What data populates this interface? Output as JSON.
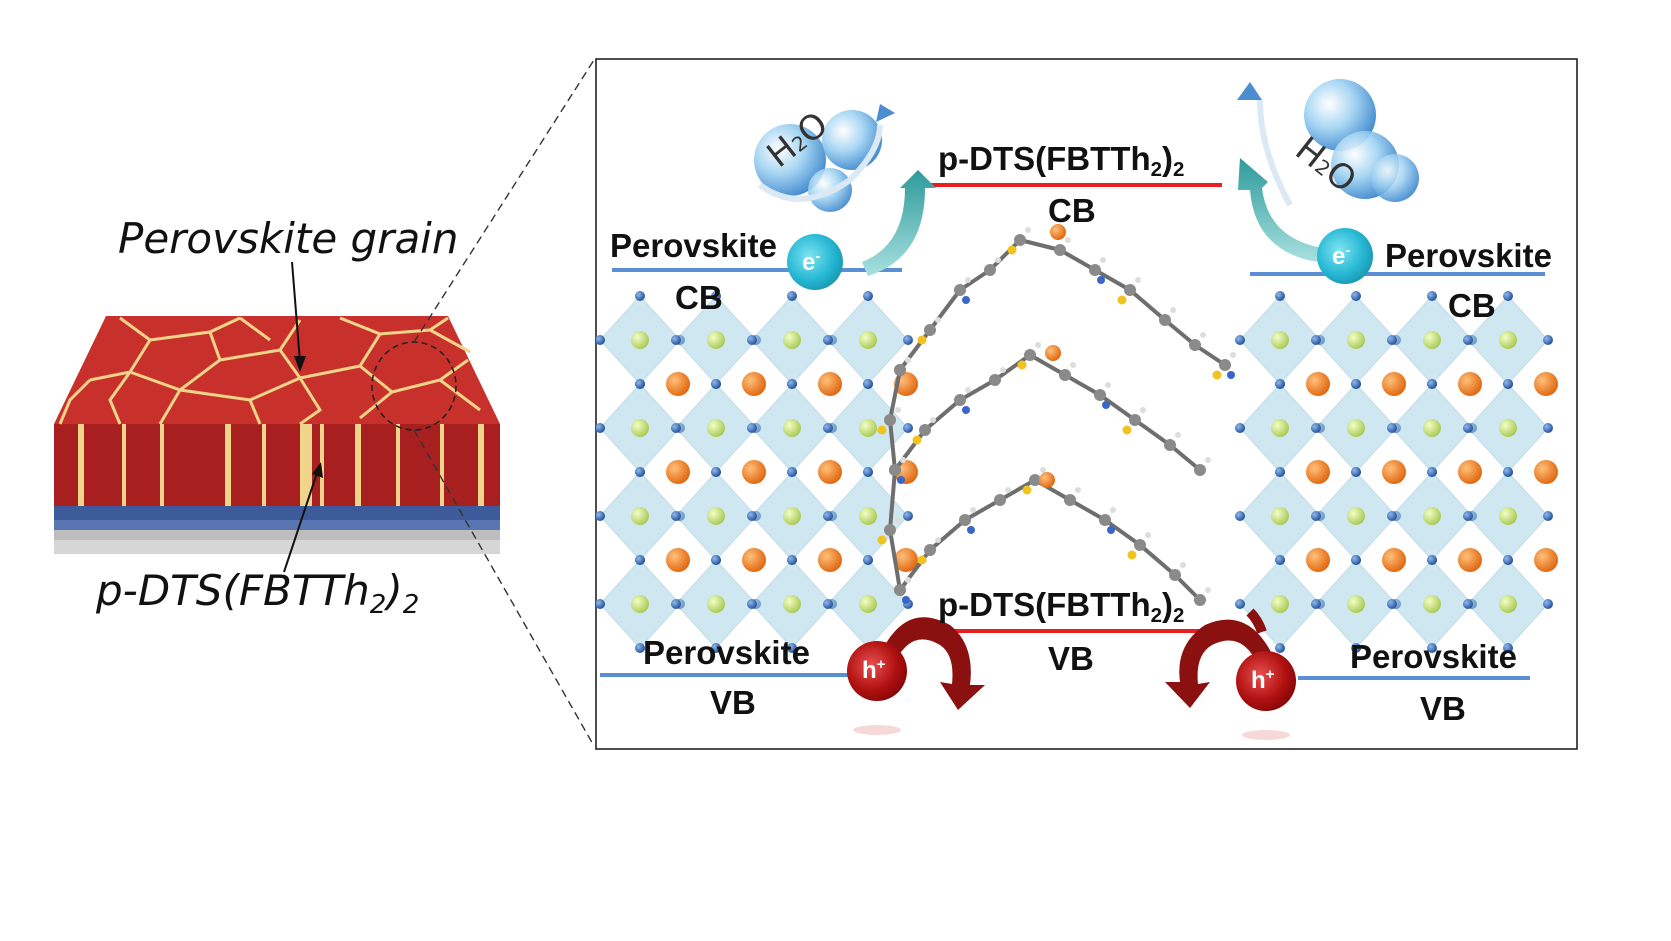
{
  "left_film": {
    "grain_label": "Perovskite grain",
    "boundary_label_main": "p-DTS(FBTTh",
    "boundary_label_sub1": "2",
    "boundary_label_close": ")",
    "boundary_label_sub2": "2"
  },
  "inset": {
    "donor_cb": {
      "main": "p-DTS(FBTTh",
      "sub1": "2",
      "close": ")",
      "sub2": "2",
      "band": "CB"
    },
    "donor_vb": {
      "main": "p-DTS(FBTTh",
      "sub1": "2",
      "close": ")",
      "sub2": "2",
      "band": "VB"
    },
    "perovskite_cb_left": {
      "material": "Perovskite",
      "band": "CB"
    },
    "perovskite_cb_right": {
      "material": "Perovskite",
      "band": "CB"
    },
    "perovskite_vb_left": {
      "material": "Perovskite",
      "band": "VB"
    },
    "perovskite_vb_right": {
      "material": "Perovskite",
      "band": "VB"
    },
    "electron": {
      "main": "e",
      "sup": "-"
    },
    "hole": {
      "main": "h",
      "sup": "+"
    },
    "water_left": {
      "H": "H",
      "sub": "2",
      "O": "O"
    },
    "water_right": {
      "H": "H",
      "sub": "2",
      "O": "O"
    }
  },
  "colors": {
    "perovskite_top": "#c8312b",
    "perovskite_side": "#a81f1f",
    "grain_boundary": "#f0d48a",
    "blue_layer": "#3d5a9a",
    "gray_layer": "#b8b8b8",
    "perovskite_level": "#5b8fd4",
    "donor_level": "#e62020",
    "electron": "#27b8d4",
    "hole": "#b01010",
    "arrow_teal": "#2e9a9a",
    "arrow_red": "#8b1010",
    "octahedron": "#a9d4e6",
    "a_site": "#f07d1e",
    "b_site": "#c4e07a",
    "x_site": "#2b66b8"
  }
}
